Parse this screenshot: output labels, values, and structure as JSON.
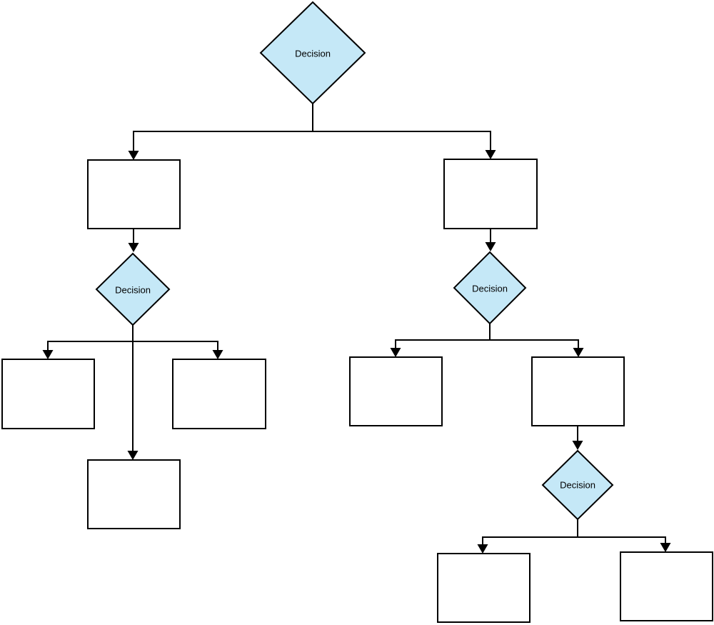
{
  "diagram": {
    "type": "flowchart-decision-tree",
    "background": "#ffffff",
    "colors": {
      "decision_fill": "#c5e8f7",
      "shape_border": "#000000",
      "connector": "#000000",
      "process_fill": "#ffffff",
      "label_text": "#000000"
    },
    "nodes": {
      "decision_top": {
        "label": "Decision",
        "type": "decision"
      },
      "decision_left": {
        "label": "Decision",
        "type": "decision"
      },
      "decision_right": {
        "label": "Decision",
        "type": "decision"
      },
      "decision_bottom_right": {
        "label": "Decision",
        "type": "decision"
      },
      "process_boxes": {
        "count": 9,
        "label": ""
      }
    }
  }
}
